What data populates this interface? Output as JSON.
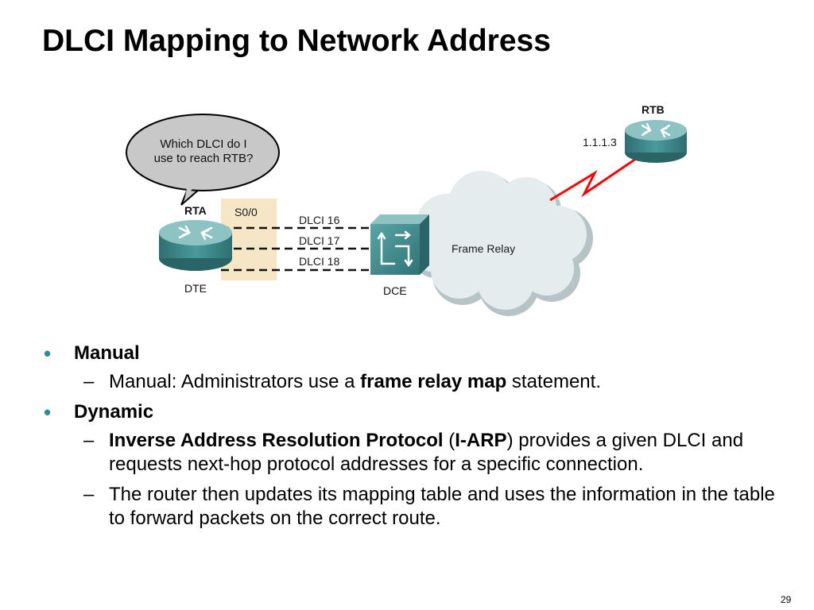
{
  "slide": {
    "title": "DLCI Mapping to Network Address",
    "page_number": "29"
  },
  "diagram": {
    "speech_bubble": [
      "Which DLCI do I",
      "use to reach RTB?"
    ],
    "rta": {
      "name": "RTA",
      "role": "DTE",
      "interface": "S0/0"
    },
    "rtb": {
      "name": "RTB",
      "address": "1.1.1.3"
    },
    "dlcis": [
      "DLCI 16",
      "DLCI 17",
      "DLCI 18"
    ],
    "switch_role": "DCE",
    "cloud_label": "Frame Relay",
    "colors": {
      "router": "#3f8e90",
      "cloud": "#e4ecee",
      "link": "#ff0000",
      "interface_box": "#f5e7c6",
      "bullet": "#2d8f8f"
    },
    "icons": [
      "router-icon",
      "switch-icon",
      "cloud-icon",
      "lightning-link-icon"
    ]
  },
  "bullets": [
    {
      "label": "Manual",
      "subs": [
        {
          "parts": [
            {
              "text": "Manual: Administrators use a ",
              "bold": false
            },
            {
              "text": "frame relay map",
              "bold": true
            },
            {
              "text": " statement.",
              "bold": false
            }
          ]
        }
      ]
    },
    {
      "label": "Dynamic",
      "subs": [
        {
          "parts": [
            {
              "text": "Inverse Address Resolution Protocol",
              "bold": true
            },
            {
              "text": " (",
              "bold": false
            },
            {
              "text": "I-ARP",
              "bold": true
            },
            {
              "text": ") provides a given DLCI and requests next-hop protocol addresses for a specific connection.",
              "bold": false
            }
          ]
        },
        {
          "parts": [
            {
              "text": "The router then updates its mapping table and uses the information in the table to forward packets on the correct route.",
              "bold": false
            }
          ]
        }
      ]
    }
  ]
}
